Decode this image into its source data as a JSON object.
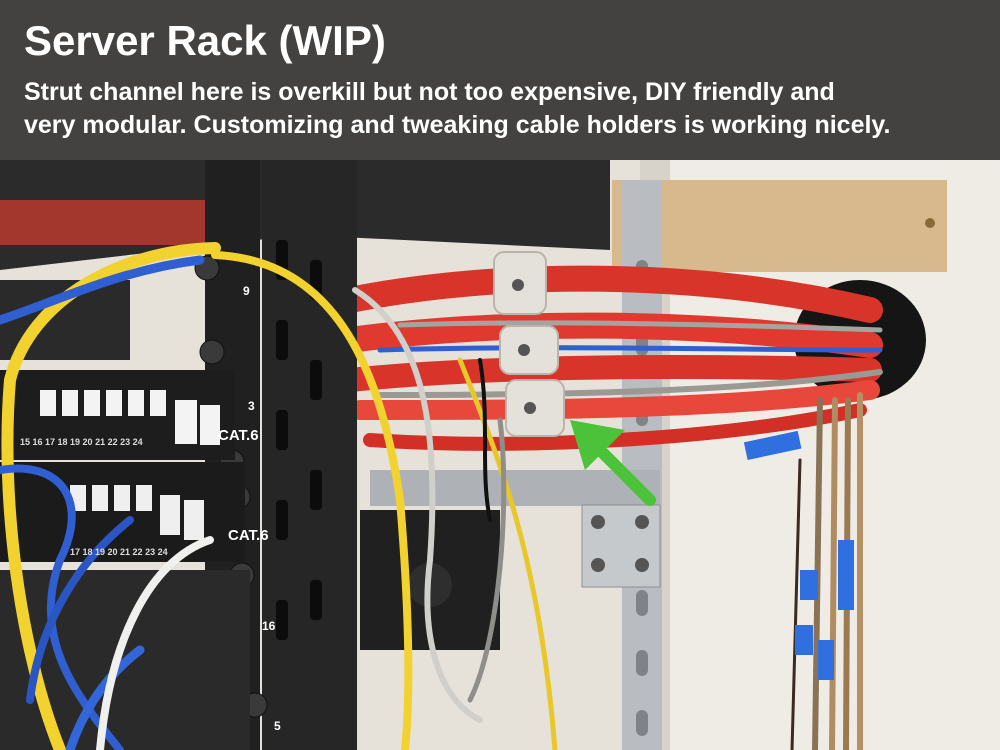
{
  "header": {
    "title": "Server Rack (WIP)",
    "caption_line1": "Strut channel here is overkill but not too expensive, DIY friendly and",
    "caption_line2": "very modular.  Customizing and tweaking cable holders is working nicely."
  },
  "photo": {
    "patch_panel_upper_label": "CAT.6",
    "patch_panel_lower_label": "CAT.6",
    "rack_unit_top": "9",
    "rack_unit_mid": "3",
    "rack_unit_low": "16",
    "rack_unit_bottom": "5",
    "port_numbers_upper": "15  16  17  18  19  20  21  22  23  24",
    "port_numbers_lower": "17  18  19  20  21  22  23  24"
  },
  "colors": {
    "cable_red": "#e03a30",
    "cable_yellow": "#f2d22e",
    "cable_blue": "#2f5fd0",
    "cable_gray": "#b8b6b0",
    "rack_black": "#222222",
    "wall": "#ece9e2",
    "wood": "#d8b98e",
    "arrow_green": "#4cc23a"
  }
}
